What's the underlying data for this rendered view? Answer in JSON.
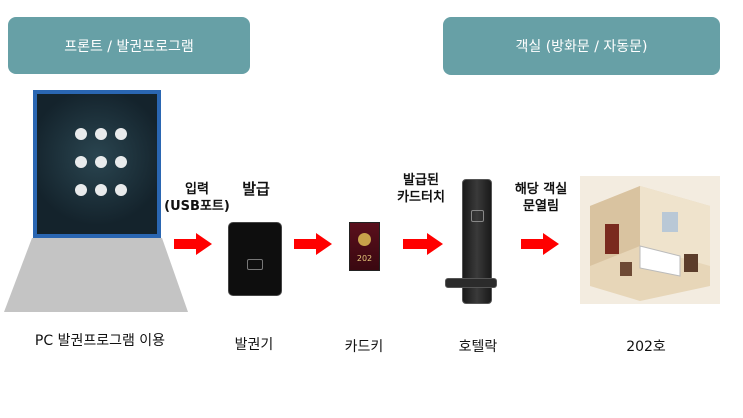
{
  "headers": {
    "left": "프론트 / 발권프로그램",
    "right": "객실 (방화문 / 자동문)"
  },
  "labels": {
    "input_line1": "입력",
    "input_line2": "(USB포트)",
    "issue": "발급",
    "issued_card_line1": "발급된",
    "issued_card_line2": "카드터치",
    "open_room_line1": "해당 객실",
    "open_room_line2": "문열림"
  },
  "captions": {
    "pc": "PC 발권프로그램 이용",
    "issuer": "발권기",
    "cardkey": "카드키",
    "lock": "호텔락",
    "room": "202호"
  },
  "card_text": "202",
  "colors": {
    "header_bg": "#67a0a6",
    "arrow": "#ff0000",
    "screen_bg": "#14232c",
    "monitor_frame": "#2a66b2"
  }
}
